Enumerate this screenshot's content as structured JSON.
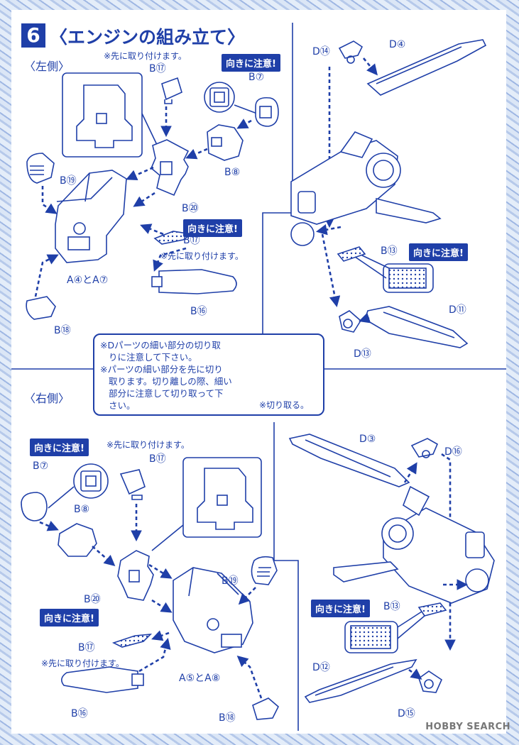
{
  "step": {
    "number": "6",
    "title": "〈エンジンの組み立て〉"
  },
  "sections": {
    "left": "〈左側〉",
    "right": "〈右側〉"
  },
  "notes": {
    "attach_first": "※先に取り付けます。",
    "attach_first_alt": "※先に取り付けます。",
    "attach_first_2": "※先に取り付けます。",
    "cut_off": "※切り取る。"
  },
  "badges": {
    "orientation": "向きに注意!"
  },
  "callout": {
    "line1": "※Dパーツの細い部分の切り取",
    "line2": "りに注意して下さい。",
    "line3": "※パーツの細い部分を先に切り",
    "line4": "取ります。切り離しの際、細い",
    "line5": "部分に注意して切り取って下",
    "line6": "さい。"
  },
  "labels": {
    "l_b17_top": "B⑰",
    "l_b7": "B⑦",
    "l_b8": "B⑧",
    "l_b19": "B⑲",
    "l_b20": "B⑳",
    "l_b17_low": "B⑰",
    "l_a": "A④とA⑦",
    "l_b16": "B⑯",
    "l_b18": "B⑱",
    "ur_d14": "D⑭",
    "ur_d4": "D④",
    "ur_b13": "B⑬",
    "ur_d11": "D⑪",
    "ur_d13": "D⑬",
    "r_b7": "B⑦",
    "r_b17_top": "B⑰",
    "r_b8": "B⑧",
    "r_b19": "B⑲",
    "r_b20": "B⑳",
    "r_b17_low": "B⑰",
    "r_a": "A⑤とA⑧",
    "r_b16": "B⑯",
    "r_b18": "B⑱",
    "lr_d3": "D③",
    "lr_d16": "D⑯",
    "lr_b13": "B⑬",
    "lr_d12": "D⑫",
    "lr_d15": "D⑮"
  },
  "watermark": "HOBBY SEARCH",
  "colors": {
    "ink": "#1f3fa8",
    "paper": "#ffffff",
    "halftone": "#b9c6ea"
  }
}
